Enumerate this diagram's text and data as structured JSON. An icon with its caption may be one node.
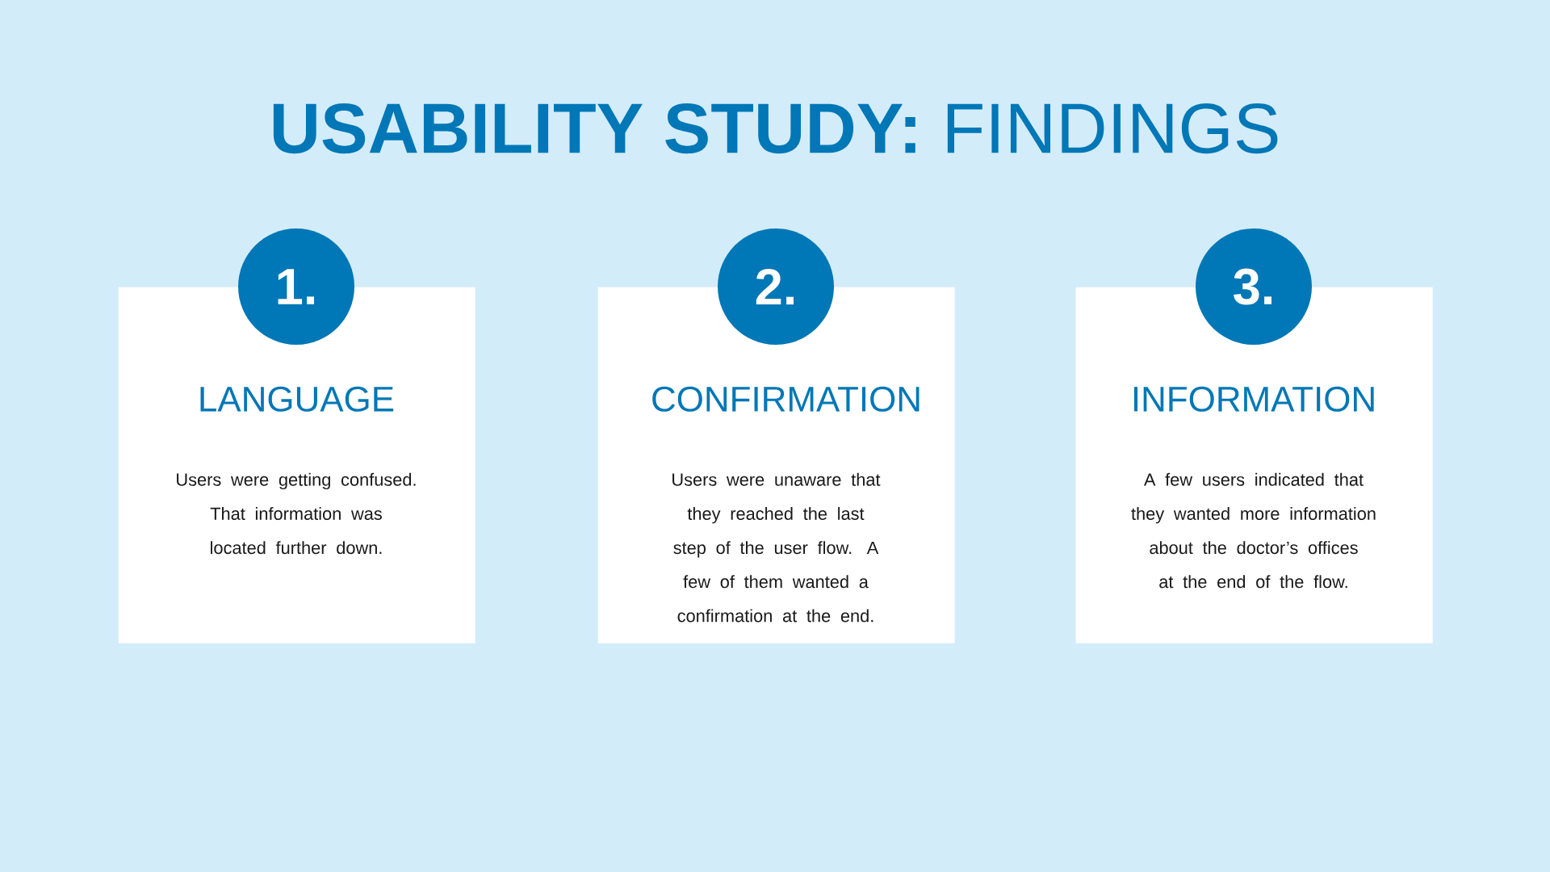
{
  "diagram": {
    "title": "**USABILITY STUDY:** FINDINGS",
    "nodes": [
      {
        "text": [
          "1."
        ]
      },
      {
        "text": [
          "LANGUAGE",
          "Users were getting confused. That information was located further down."
        ]
      },
      {
        "text": [
          "2."
        ]
      },
      {
        "text": [
          "CONFIRMATION",
          "Users were unaware that they reached the last step of the user flow. A few of them wanted a confirmation at the end."
        ]
      },
      {
        "text": [
          "3."
        ]
      },
      {
        "text": [
          "INFORMATION",
          "A few users indicated that they wanted more information about the doctor’s offices at the end of the flow."
        ]
      }
    ]
  }
}
